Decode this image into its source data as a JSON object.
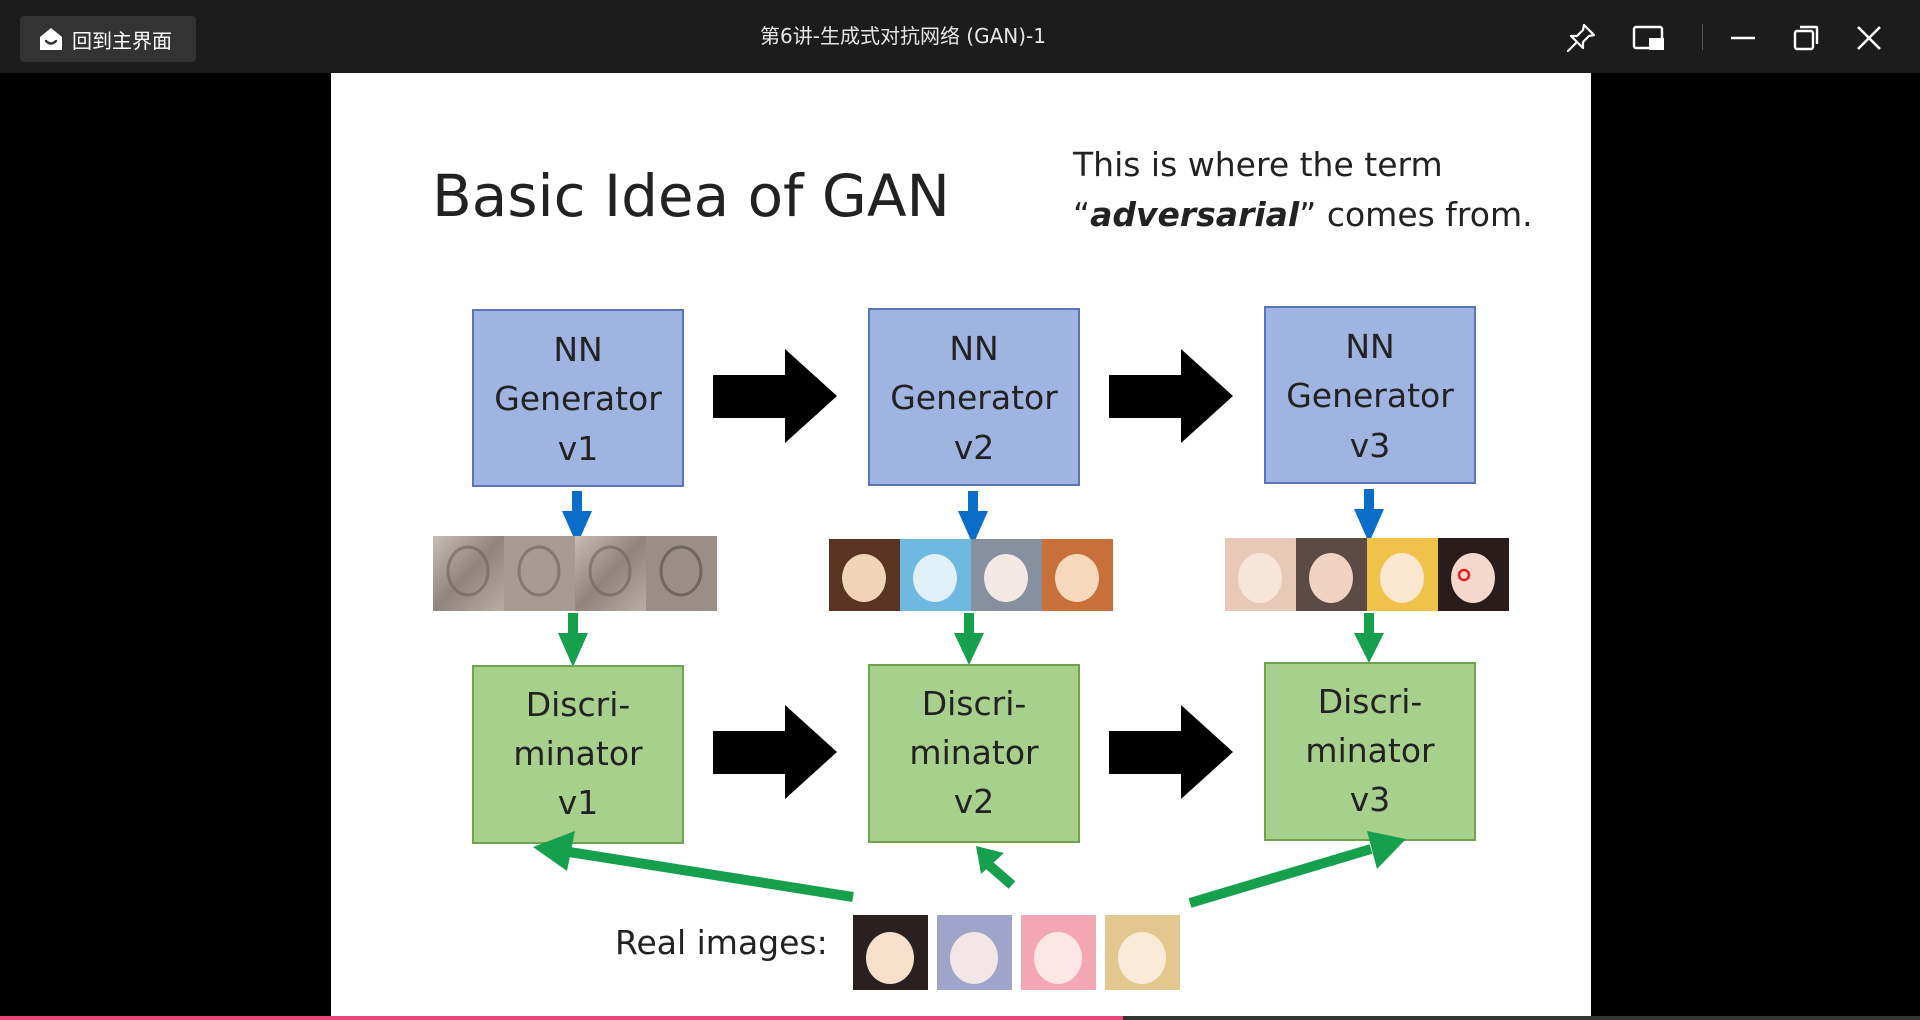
{
  "titlebar": {
    "home_label": "回到主界面",
    "title": "第6讲-生成式对抗网络 (GAN)-1",
    "icons": [
      "home-icon",
      "pin-icon",
      "picture-in-picture-icon",
      "minimize-icon",
      "restore-icon",
      "close-icon"
    ]
  },
  "slide": {
    "title": "Basic Idea of GAN",
    "note_line1": "This is where the term",
    "note_quote_open": "“",
    "note_emphasis": "adversarial",
    "note_rest": "” comes from.",
    "generators": [
      {
        "line1": "NN",
        "line2": "Generator",
        "line3": "v1"
      },
      {
        "line1": "NN",
        "line2": "Generator",
        "line3": "v2"
      },
      {
        "line1": "NN",
        "line2": "Generator",
        "line3": "v3"
      }
    ],
    "discriminators": [
      {
        "line1": "Discri-",
        "line2": "minator",
        "line3": "v1"
      },
      {
        "line1": "Discri-",
        "line2": "minator",
        "line3": "v2"
      },
      {
        "line1": "Discri-",
        "line2": "minator",
        "line3": "v3"
      }
    ],
    "real_images_label": "Real images:",
    "colors": {
      "generator_fill": "#9fb4e0",
      "generator_border": "#5a76b8",
      "discriminator_fill": "#a8d08d",
      "discriminator_border": "#6ea24d",
      "blue_arrow": "#0a6dc8",
      "green_arrow": "#16a04e",
      "black_arrow": "#000000"
    }
  },
  "playback": {
    "progress": 0.585,
    "progress_color": "#e8457a"
  }
}
